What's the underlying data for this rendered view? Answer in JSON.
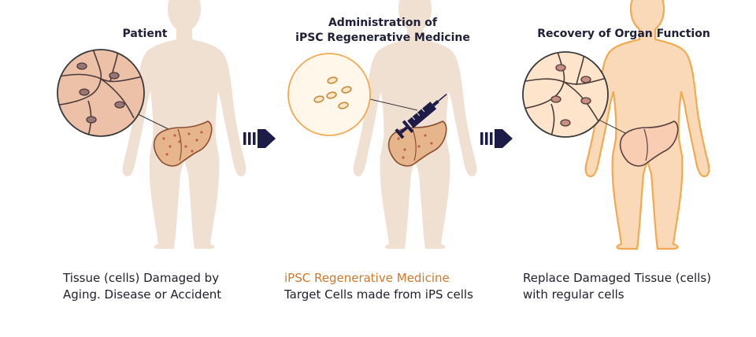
{
  "stages": [
    {
      "title": "Patient",
      "caption_lines": [
        "Tissue (cells) Damaged by",
        "Aging. Disease or Accident"
      ]
    },
    {
      "title_lines": [
        "Administration of",
        "iPSC Regenerative Medicine"
      ],
      "caption_highlight": "iPSC Regenerative Medicine",
      "caption_line": "Target Cells made from iPS cells"
    },
    {
      "title": "Recovery of Organ Function",
      "caption_lines": [
        "Replace Damaged Tissue (cells)",
        "with regular cells"
      ]
    }
  ],
  "colors": {
    "body_light": "#f0e0d2",
    "body_healthy": "#fad9b8",
    "body_healthy_outline": "#f3a94f",
    "liver_damaged": "#e7b58b",
    "liver_healthy": "#f9cdb2",
    "arrow": "#1d1b47",
    "accent_text": "#d0792a"
  },
  "icons": [
    "right-arrow-icon",
    "syringe-icon",
    "magnifier-circle-icon",
    "liver-icon"
  ]
}
